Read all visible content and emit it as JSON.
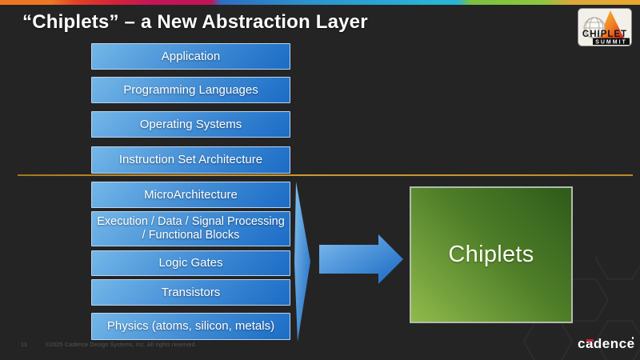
{
  "slide": {
    "title": "“Chiplets” – a New Abstraction Layer",
    "page_number": "13",
    "copyright": "©2025 Cadence Design Systems, Inc. All rights reserved."
  },
  "stack": {
    "layers": [
      {
        "label": "Application"
      },
      {
        "label": "Programming Languages"
      },
      {
        "label": "Operating Systems"
      },
      {
        "label": "Instruction Set Architecture"
      },
      {
        "label": "MicroArchitecture"
      },
      {
        "label": "Execution / Data / Signal Processing / Functional Blocks"
      },
      {
        "label": "Logic Gates"
      },
      {
        "label": "Transistors"
      },
      {
        "label": "Physics (atoms, silicon, metals)"
      }
    ]
  },
  "result": {
    "label": "Chiplets"
  },
  "logos": {
    "chiplet_summit": {
      "line1": "CHIPLET",
      "line2": "SUMMIT"
    },
    "cadence": {
      "text": "cadence"
    }
  },
  "colors": {
    "background": "#242424",
    "layer_box_light": "#74b7e8",
    "layer_box_dark": "#1b6cc6",
    "divider_line": "#c8922f",
    "arrow_light": "#7fbcee",
    "arrow_dark": "#1767c2",
    "chiplets_box_dark": "#2e5a1a",
    "chiplets_box_light": "#8fba4b",
    "title_text": "#ffffff"
  }
}
